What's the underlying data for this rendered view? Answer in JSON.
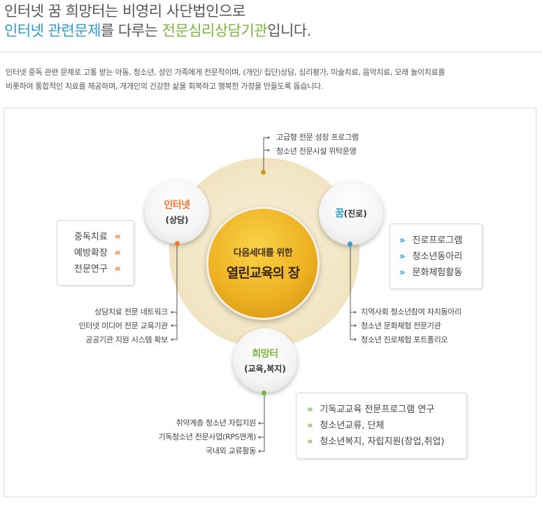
{
  "headline": {
    "line1": "인터넷 꿈 희망터는 비영리 사단법인으로",
    "line2_part1": "인터넷 관련문제",
    "line2_part2": "를 다루는 ",
    "line2_part3": "전문심리상담기관",
    "line2_part4": "입니다."
  },
  "intro": {
    "line1": "인터넷 중독 관련 문제로 고통 받는 아동, 청소년, 성인 가족에게 전문적이며, (개인/ 집단)상담, 심리평가, 미술치료, 음악치료, 모래 놀이치료를",
    "line2": "비롯하여 통합적인 치료를 제공하며, 개개인의 건강한 삶을 회복하고 행복한 가정을 만들도록 돕습니다."
  },
  "center": {
    "sub": "다음세대를 위한",
    "main": "열린교육의 장"
  },
  "nodes": {
    "internet": {
      "title": "인터넷",
      "sub": "(상담)"
    },
    "dream": {
      "title": "꿈",
      "sub": "(진로)"
    },
    "hope": {
      "title": "희망터",
      "sub": "(교육,복지)"
    }
  },
  "top_list": [
    "고급형 전문 성장 프로그램",
    "청소년 전문시설 위탁운영"
  ],
  "internet_list": [
    "상담치료 전문 네트워크",
    "인터넷 미디어 전문 교육기관",
    "공공기관 지원 시스템 확보"
  ],
  "dream_list": [
    "지역사회 청소년참여 자치동아리",
    "청소년 문화체험 전문기관",
    "청소년 진로체험 포트폴리오"
  ],
  "hope_list": [
    "취약계층 청소년 자립지원",
    "기독청소년 전문사업(RPS연계)",
    "국내외 교류활동"
  ],
  "box_internet": {
    "items": [
      "중독치료",
      "예방확장",
      "전문연구"
    ],
    "chevron": "«"
  },
  "box_dream": {
    "items": [
      "진로프로그램",
      "청소년동아리",
      "문화체험활동"
    ],
    "chevron": "»"
  },
  "box_hope": {
    "items": [
      "기독교교육 전문프로그램 연구",
      "청소년교류, 단체",
      "청소년복지, 자립지원(창업,취업)"
    ],
    "chevron": "»"
  },
  "colors": {
    "orange": "#f0772b",
    "blue": "#2a9bd3",
    "green": "#7cb43b",
    "gold": "#c99a1c"
  }
}
